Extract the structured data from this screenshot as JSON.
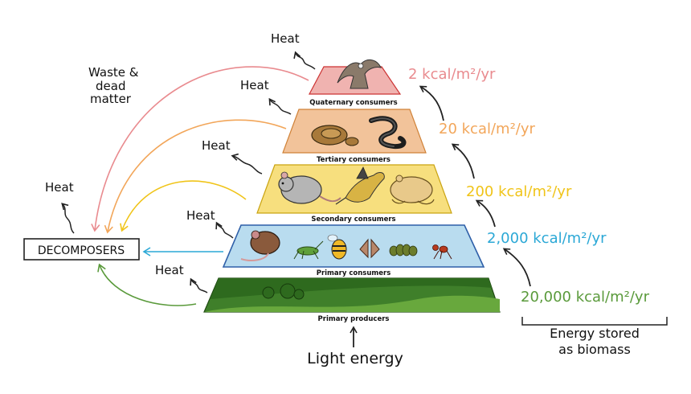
{
  "levels": [
    {
      "label": "Quaternary consumers",
      "energy": "2 kcal/m²/yr",
      "color": "#e98b8f",
      "fill": "#f0b3b0"
    },
    {
      "label": "Tertiary consumers",
      "energy": "20 kcal/m²/yr",
      "color": "#f2a65a",
      "fill": "#f2c39a"
    },
    {
      "label": "Secondary consumers",
      "energy": "200 kcal/m²/yr",
      "color": "#f0c419",
      "fill": "#f7df7e"
    },
    {
      "label": "Primary consumers",
      "energy": "2,000 kcal/m²/yr",
      "color": "#2ba8d6",
      "fill": "#b9dcef"
    },
    {
      "label": "Primary producers",
      "energy": "20,000 kcal/m²/yr",
      "color": "#5a9a3b",
      "fill": "#3f7f2a"
    }
  ],
  "heat_label": "Heat",
  "waste_label": "Waste & dead matter",
  "decomposers_label": "DECOMPOSERS",
  "light_label": "Light energy",
  "biomass_label": "Energy stored as biomass",
  "colors": {
    "producer_arrow": "#5a9a3b",
    "primary_arrow": "#2ba8d6",
    "secondary_arrow": "#f0c419",
    "tertiary_arrow": "#f2a65a",
    "quaternary_arrow": "#e98b8f",
    "ink": "#222222",
    "tier_stroke": "#2e5fa8"
  }
}
